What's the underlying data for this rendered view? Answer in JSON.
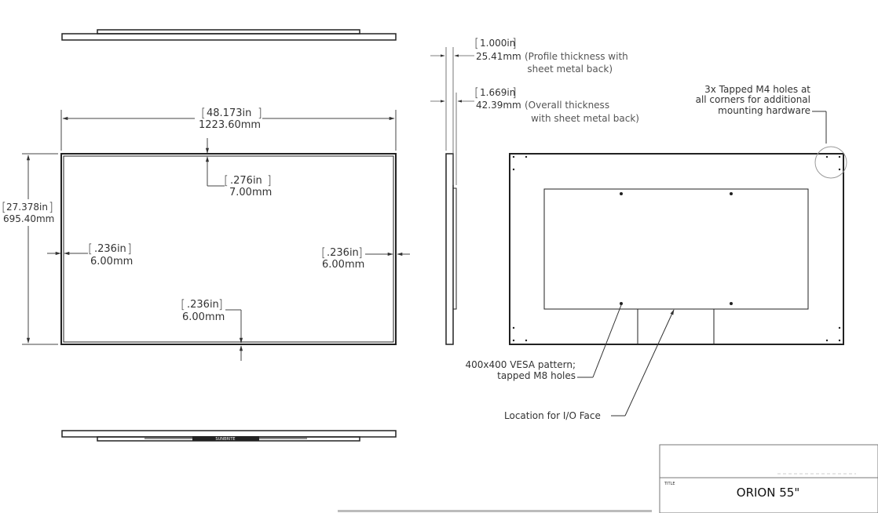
{
  "front": {
    "width_in": "48.173in",
    "width_mm": "1223.60mm",
    "height_in": "27.378in",
    "height_mm": "695.40mm",
    "top_border_in": ".276in",
    "top_border_mm": "7.00mm",
    "left_border_in": ".236in",
    "left_border_mm": "6.00mm",
    "right_border_in": ".236in",
    "right_border_mm": "6.00mm",
    "bottom_border_in": ".236in",
    "bottom_border_mm": "6.00mm"
  },
  "side": {
    "profile_in": "1.000in",
    "profile_mm": "25.41mm",
    "profile_note_1": "(Profile thickness with",
    "profile_note_2": "sheet metal back)",
    "overall_in": "1.669in",
    "overall_mm": "42.39mm",
    "overall_note_1": "(Overall thickness",
    "overall_note_2": "with sheet metal back)"
  },
  "back": {
    "m4_note_1": "3x Tapped M4 holes at",
    "m4_note_2": "all corners for additional",
    "m4_note_3": "mounting hardware",
    "vesa_note_1": "400x400 VESA pattern;",
    "vesa_note_2": "tapped M8 holes",
    "io_note": "Location for I/O Face"
  },
  "bottom_view": {
    "label": "SUNBRITE"
  },
  "title_block": {
    "title_label": "TITLE",
    "title": "ORION 55\""
  }
}
